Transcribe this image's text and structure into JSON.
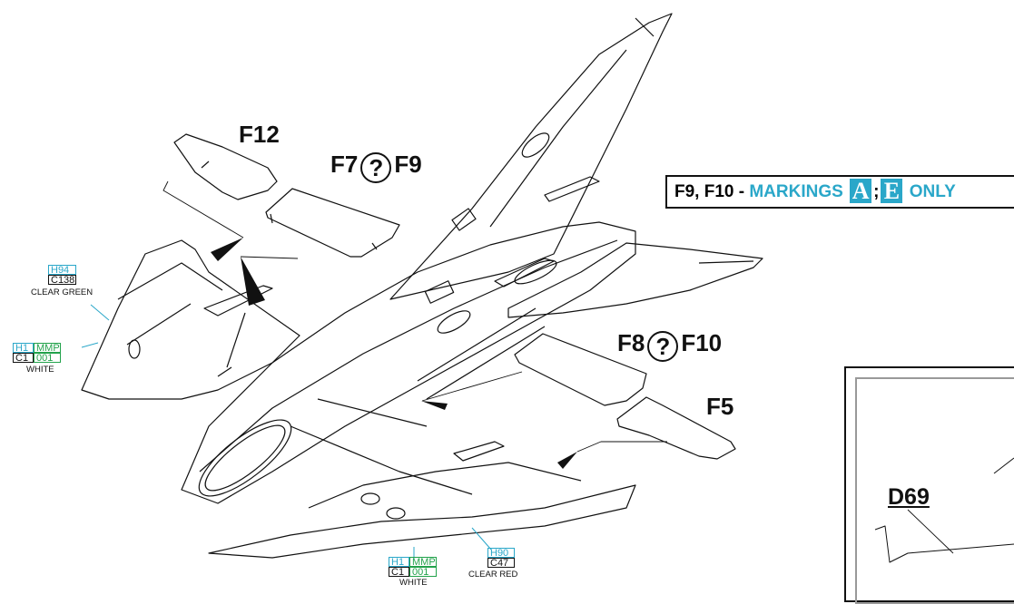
{
  "parts": {
    "f12": "F12",
    "f7": "F7",
    "f9": "F9",
    "f8": "F8",
    "f10": "F10",
    "f5": "F5",
    "d69": "D69",
    "alt_symbol": "?"
  },
  "markings_note": {
    "prefix": "F9, F10 - ",
    "word": "MARKINGS",
    "badge_a": "A",
    "sep": ";",
    "badge_e": "E",
    "suffix": "ONLY"
  },
  "paint_callouts": {
    "clear_green": {
      "h": "H94",
      "c": "C138",
      "name": "CLEAR GREEN"
    },
    "white_left": {
      "h": "H1",
      "c": "C1",
      "mmp_top": "MMP",
      "mmp_bottom": "001",
      "name": "WHITE"
    },
    "white_bottom": {
      "h": "H1",
      "c": "C1",
      "mmp_top": "MMP",
      "mmp_bottom": "001",
      "name": "WHITE"
    },
    "clear_red": {
      "h": "H90",
      "c": "C47",
      "name": "CLEAR RED"
    }
  },
  "colors": {
    "gunze": "#2aa7c9",
    "mission_models": "#22a24b",
    "line": "#111111"
  }
}
